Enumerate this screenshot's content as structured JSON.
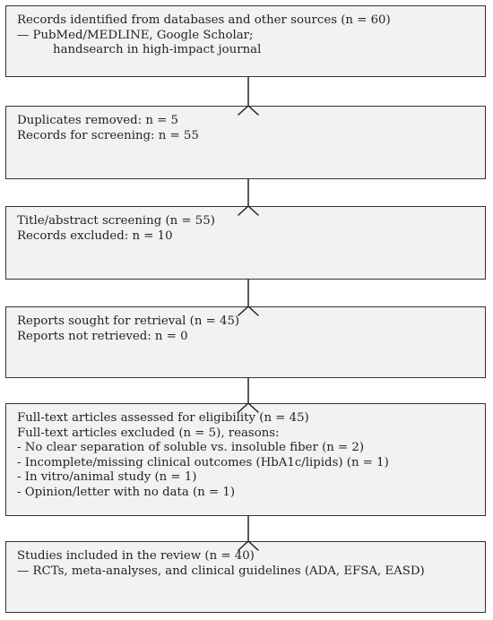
{
  "boxes": [
    {
      "lines": [
        "Records identified from databases and other sources (n = 60)",
        "— PubMed/MEDLINE, Google Scholar;",
        "handsearch in high-impact journal"
      ]
    },
    {
      "lines": [
        "Duplicates removed: n = 5",
        "Records for screening: n = 55"
      ]
    },
    {
      "lines": [
        "Title/abstract screening (n = 55)",
        "Records excluded: n = 10"
      ]
    },
    {
      "lines": [
        "Reports sought for retrieval (n = 45)",
        "Reports not retrieved: n = 0"
      ]
    },
    {
      "lines": [
        "Full-text articles assessed for eligibility (n = 45)",
        "Full-text articles excluded (n = 5), reasons:",
        "- No clear separation of soluble vs. insoluble fiber (n = 2)",
        "- Incomplete/missing clinical outcomes (HbA1c/lipids) (n = 1)",
        "- In vitro/animal study (n = 1)",
        "- Opinion/letter with no data (n = 1)"
      ]
    },
    {
      "lines": [
        "Studies included in the review (n = 40)",
        "— RCTs, meta-analyses, and clinical guidelines (ADA, EFSA, EASD)"
      ]
    }
  ],
  "colors": {
    "box_fill": "#f2f2f2",
    "box_border": "#333333",
    "arrow": "#222222",
    "text": "#222222"
  }
}
